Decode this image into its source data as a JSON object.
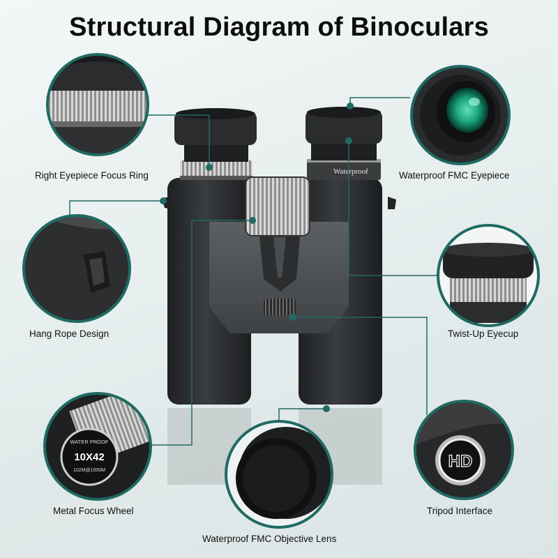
{
  "title": "Structural Diagram of Binoculars",
  "colors": {
    "accent": "#1f6a63",
    "body": "#2b2d2f",
    "lens": "#1aa27a"
  },
  "binocular": {
    "brand_text": "Waterproof"
  },
  "focus_wheel": {
    "line1": "WATER PROOF",
    "line2": "10X42",
    "line3": "102M@1000M"
  },
  "tripod": {
    "badge": "HD"
  },
  "callouts": [
    {
      "id": "right-eyepiece-focus-ring",
      "label": "Right Eyepiece Focus Ring"
    },
    {
      "id": "waterproof-fmc-eyepiece",
      "label": "Waterproof FMC Eyepiece"
    },
    {
      "id": "hang-rope-design",
      "label": "Hang Rope Design"
    },
    {
      "id": "twist-up-eyecup",
      "label": "Twist-Up Eyecup"
    },
    {
      "id": "metal-focus-wheel",
      "label": "Metal Focus Wheel"
    },
    {
      "id": "tripod-interface",
      "label": "Tripod Interface"
    },
    {
      "id": "waterproof-fmc-objective-lens",
      "label": "Waterproof FMC Objective Lens"
    }
  ]
}
